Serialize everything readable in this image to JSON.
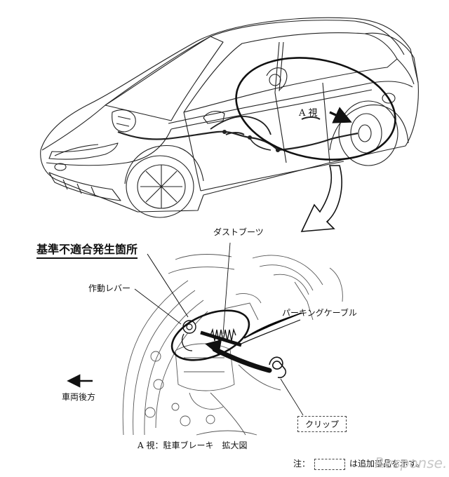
{
  "view_label": "A 視",
  "defect_heading": "基準不適合発生箇所",
  "labels": {
    "dust_boot": "ダストブーツ",
    "operating_lever": "作動レバー",
    "parking_cable": "パーキングケーブル",
    "vehicle_rear": "車両後方",
    "clip": "クリップ"
  },
  "caption": "A 視：駐車ブレーキ　拡大図",
  "note": {
    "prefix": "注：",
    "suffix": "は追加部品を示す。"
  },
  "watermark": "Response."
}
